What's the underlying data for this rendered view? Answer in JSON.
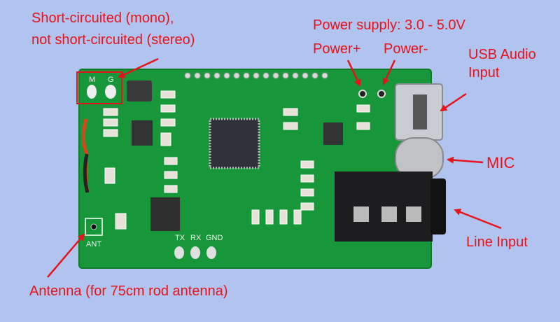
{
  "annotations": {
    "mono_line1": "Short-circuited (mono),",
    "mono_line2": "not short-circuited (stereo)",
    "power_supply": "Power supply: 3.0 - 5.0V",
    "power_plus": "Power+",
    "power_minus": "Power-",
    "usb_line1": "USB Audio",
    "usb_line2": "Input",
    "mic": "MIC",
    "line_input": "Line Input",
    "antenna": "Antenna (for 75cm rod antenna)"
  },
  "silkscreen": {
    "m": "M",
    "g": "G",
    "ant": "ANT",
    "tx": "TX",
    "rx": "RX",
    "gnd": "GND"
  },
  "colors": {
    "background": "#b1c4ef",
    "annotation": "#e8121a",
    "pcb": "#17963a"
  }
}
